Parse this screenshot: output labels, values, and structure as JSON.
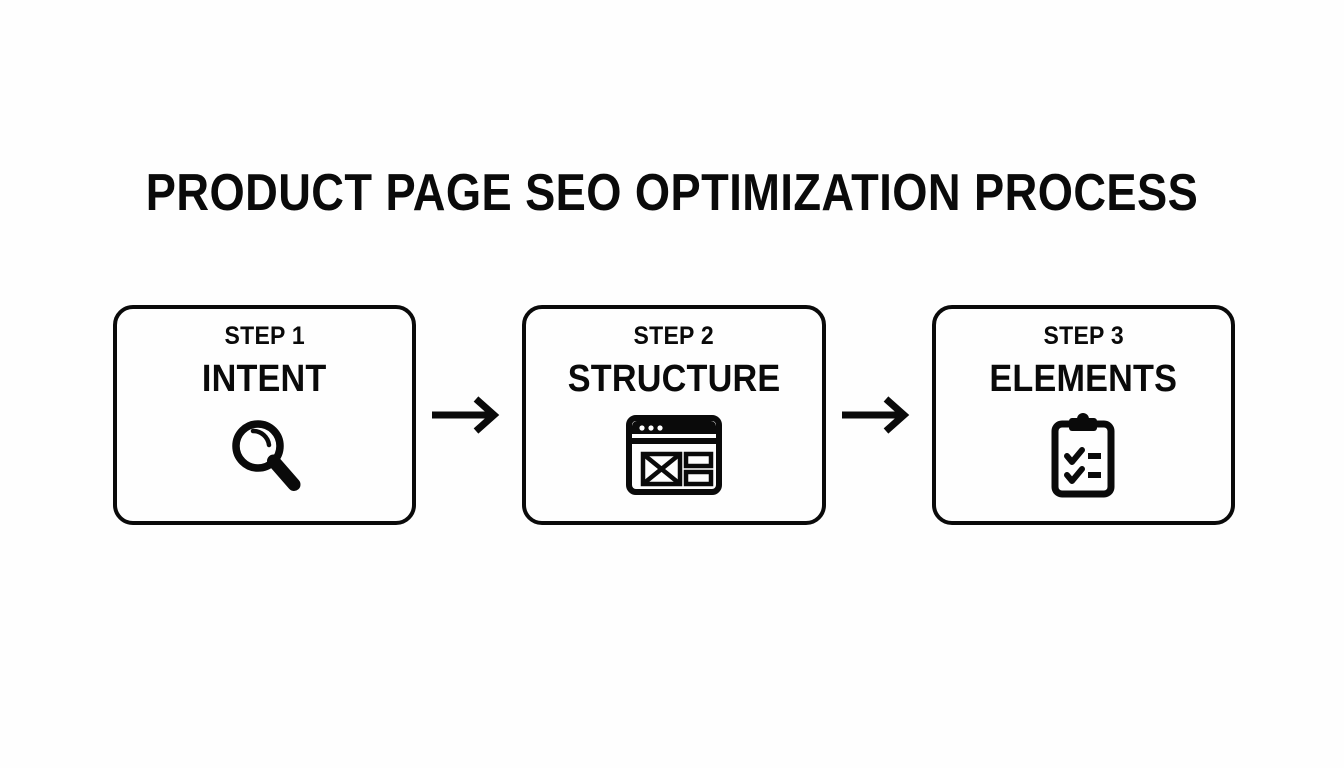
{
  "page": {
    "title": "PRODUCT PAGE SEO OPTIMIZATION PROCESS",
    "background_color": "#fefefe",
    "ink_color": "#0a0a0a"
  },
  "flow": {
    "steps": [
      {
        "step_label": "STEP 1",
        "name": "INTENT",
        "icon": "magnifying-glass-icon"
      },
      {
        "step_label": "STEP 2",
        "name": "STRUCTURE",
        "icon": "wireframe-layout-icon"
      },
      {
        "step_label": "STEP 3",
        "name": "ELEMENTS",
        "icon": "clipboard-checklist-icon"
      }
    ],
    "connectors": [
      {
        "icon": "arrow-right-icon"
      },
      {
        "icon": "arrow-right-icon"
      }
    ]
  }
}
